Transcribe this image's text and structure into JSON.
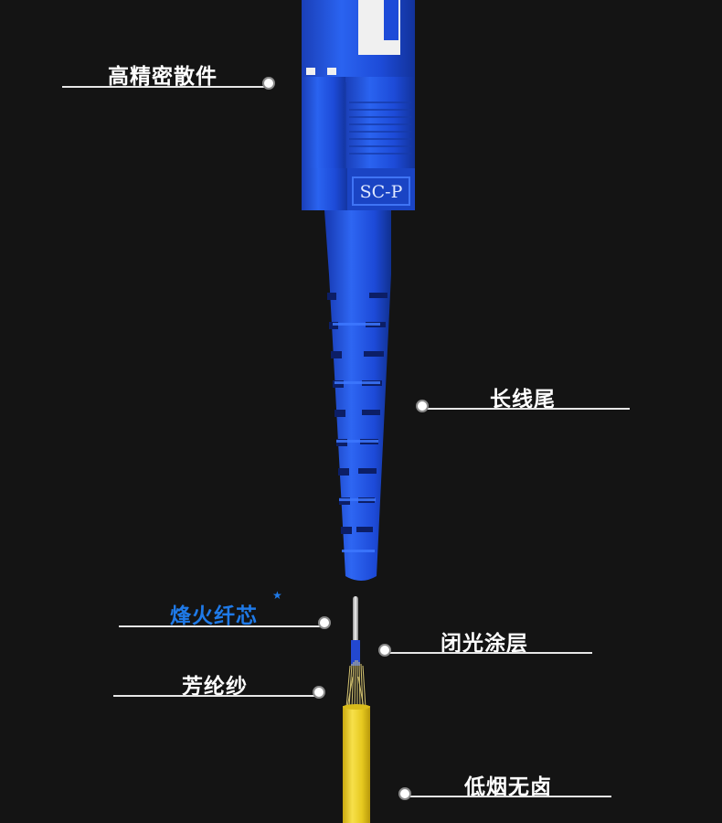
{
  "connector": {
    "model_text": "SC-P",
    "body_color": "#1f4fd6",
    "boot_color": "#1e4fe0",
    "cable_color": "#f2d82a"
  },
  "callouts": {
    "heat_sink": "高精密散件",
    "long_tail": "长线尾",
    "fiber_core": "烽火纤芯",
    "fiber_core_star": "★",
    "coating": "闭光涂层",
    "aramid": "芳纶纱",
    "lszh": "低烟无卤"
  },
  "colors": {
    "background": "#141414",
    "accent": "#1f7ae8",
    "label": "#ffffff"
  }
}
